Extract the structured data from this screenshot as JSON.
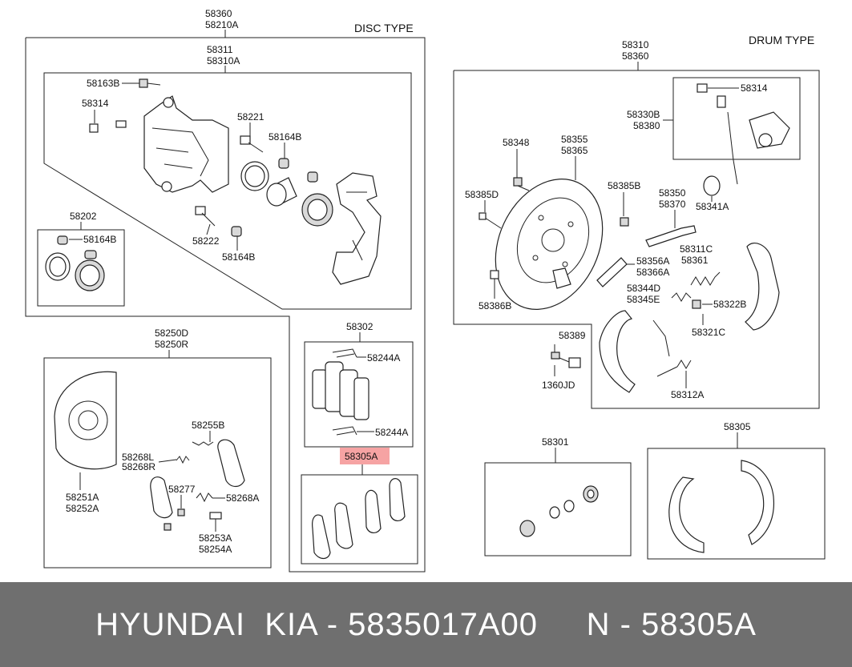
{
  "footer": {
    "text": "HYUNDAI  KIA - 5835017A00     N - 58305A"
  },
  "highlight_color": "#f6a3a3",
  "disc": {
    "type_label": "DISC TYPE",
    "top_label_1": "58360",
    "top_label_2": "58210A",
    "caliper_label_1": "58311",
    "caliper_label_2": "58310A",
    "parts": {
      "p58163B": "58163B",
      "p58314": "58314",
      "p58221": "58221",
      "p58164B_a": "58164B",
      "p58202": "58202",
      "p58164B_b": "58164B",
      "p58222": "58222",
      "p58164B_c": "58164B"
    },
    "pad": {
      "label": "58302",
      "p58244A_a": "58244A",
      "p58244A_b": "58244A"
    },
    "shoe_kit_label": "58305A"
  },
  "parking": {
    "label_1": "58250D",
    "label_2": "58250R",
    "parts": {
      "p58255B": "58255B",
      "p58268L": "58268L",
      "p58268R": "58268R",
      "p58277": "58277",
      "p58268A": "58268A",
      "p58251A": "58251A",
      "p58252A": "58252A",
      "p58253A": "58253A",
      "p58254A": "58254A"
    }
  },
  "drum": {
    "type_label": "DRUM TYPE",
    "top_label_1": "58310",
    "top_label_2": "58360",
    "parts": {
      "p58314": "58314",
      "p58330B": "58330B",
      "p58380": "58380",
      "p58341A": "58341A",
      "p58348": "58348",
      "p58355": "58355",
      "p58365": "58365",
      "p58385B": "58385B",
      "p58350": "58350",
      "p58370": "58370",
      "p58385D": "58385D",
      "p58311C": "58311C",
      "p58361": "58361",
      "p58356A": "58356A",
      "p58366A": "58366A",
      "p58344D": "58344D",
      "p58345E": "58345E",
      "p58322B": "58322B",
      "p58386B": "58386B",
      "p58321C": "58321C",
      "p58389": "58389",
      "p1360JD": "1360JD",
      "p58312A": "58312A"
    }
  },
  "bottom": {
    "wheel_cyl_label": "58301",
    "shoe_set_label": "58305"
  }
}
